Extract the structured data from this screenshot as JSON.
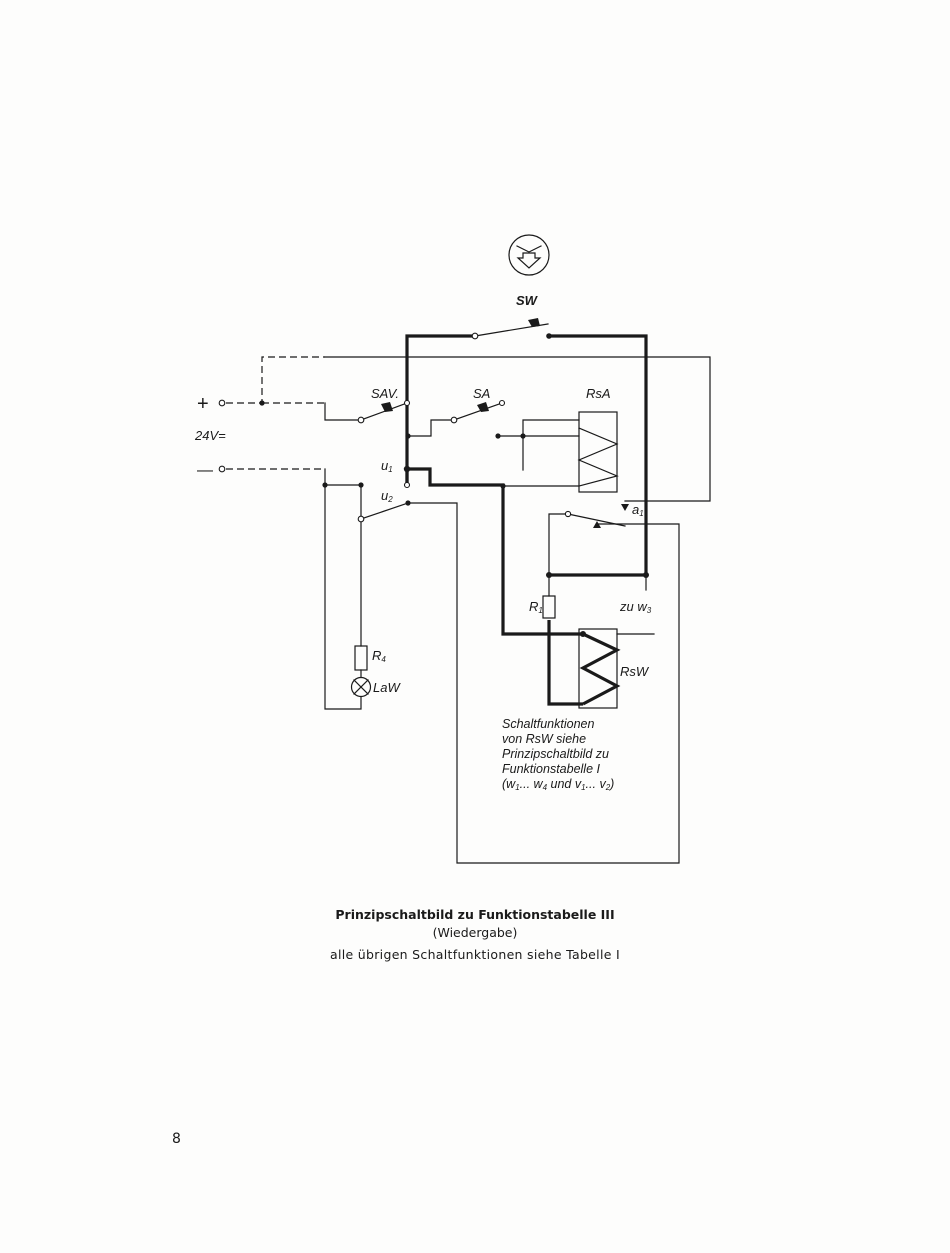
{
  "diagram": {
    "labels": {
      "sw": "SW",
      "sav": "SAV.",
      "sa": "SA",
      "rsa": "RsA",
      "plus": "+",
      "minus": "—",
      "voltage": "24V=",
      "u1_main": "u",
      "u1_sub": "1",
      "u2_main": "u",
      "u2_sub": "2",
      "a1_main": "a",
      "a1_sub": "1",
      "r1_main": "R",
      "r1_sub": "1",
      "zu_main": "zu w",
      "zu_sub": "3",
      "rsw": "RsW",
      "r4_main": "R",
      "r4_sub": "4",
      "law": "LaW"
    },
    "note_lines": [
      "Schaltfunktionen",
      "von RsW siehe",
      "Prinzipschaltbild zu",
      "Funktionstabelle I"
    ],
    "note_last": {
      "open": "(w",
      "s1": "1",
      "mid1": "... w",
      "s2": "4",
      "mid2": " und v",
      "s3": "1",
      "mid3": "... v",
      "s4": "2",
      "close": ")"
    }
  },
  "caption": {
    "title": "Prinzipschaltbild zu Funktionstabelle III",
    "subtitle": "(Wiedergabe)",
    "note": "alle übrigen Schaltfunktionen siehe Tabelle I"
  },
  "page_number": "8"
}
